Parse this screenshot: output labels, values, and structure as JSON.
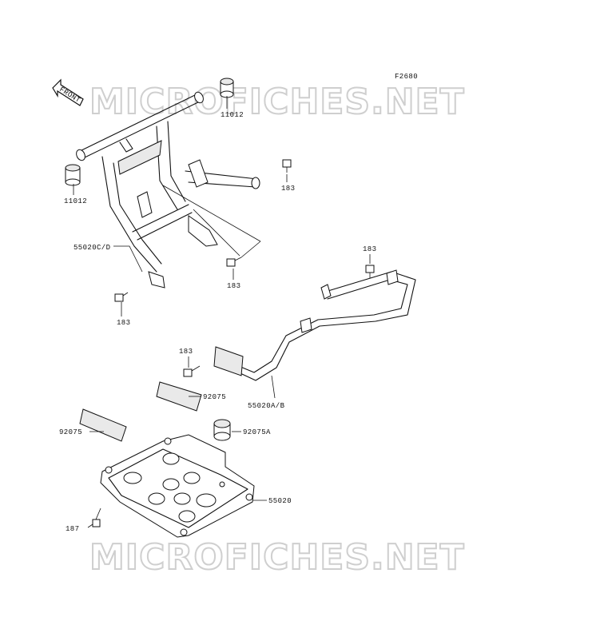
{
  "figure_code": "F2680",
  "watermark": "MICROFICHES.NET",
  "front_arrow_label": "FRONT",
  "labels": {
    "cap_right": "11012",
    "cap_left": "11012",
    "bolt_upper_right": "183",
    "front_guard": "55020C/D",
    "bolt_center": "183",
    "bolt_left": "183",
    "bolt_rear_top": "183",
    "bolt_rear_mid": "183",
    "rear_guard": "55020A/B",
    "pad_center": "92075",
    "pad_left": "92075",
    "rubber_mount": "92075A",
    "skid_plate": "55020",
    "screw_bottom": "187"
  }
}
